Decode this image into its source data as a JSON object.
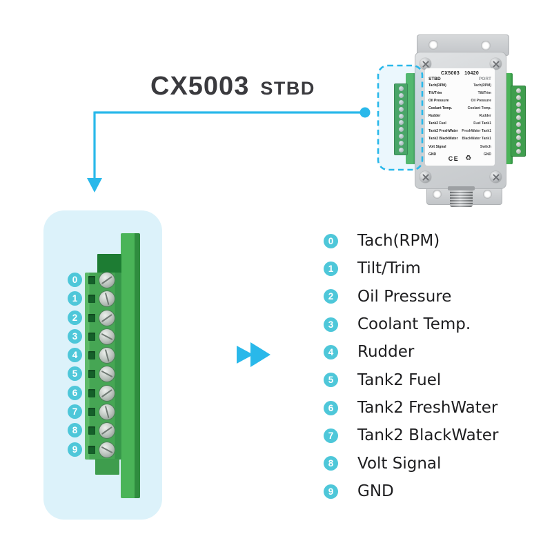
{
  "title": {
    "model": "CX5003",
    "variant": "STBD"
  },
  "device": {
    "label_header": {
      "model": "CX5003",
      "code": "10420",
      "left": "STBD",
      "right": "PORT"
    },
    "label_rows": [
      {
        "left": "Tach(RPM)",
        "right": "Tach(RPM)"
      },
      {
        "left": "Tilt/Trim",
        "right": "Tilt/Trim"
      },
      {
        "left": "Oil Pressure",
        "right": "Oil Pressure"
      },
      {
        "left": "Coolant Temp.",
        "right": "Coolant Temp."
      },
      {
        "left": "Rudder",
        "right": "Rudder"
      },
      {
        "left": "Tank2 Fuel",
        "right": "Fuel Tank1"
      },
      {
        "left": "Tank2 FreshWater",
        "right": "FreshWater Tank1"
      },
      {
        "left": "Tank2 BlackWater",
        "right": "BlackWater Tank1"
      },
      {
        "left": "Volt Signal",
        "right": "Switch"
      },
      {
        "left": "GND",
        "right": "GND"
      }
    ],
    "certification": {
      "ce": "CE",
      "recycle": "♻"
    }
  },
  "terminal": {
    "pins": [
      "0",
      "1",
      "2",
      "3",
      "4",
      "5",
      "6",
      "7",
      "8",
      "9"
    ]
  },
  "pinout": [
    {
      "pin": "0",
      "label": "Tach(RPM)"
    },
    {
      "pin": "1",
      "label": "Tilt/Trim"
    },
    {
      "pin": "2",
      "label": "Oil Pressure"
    },
    {
      "pin": "3",
      "label": "Coolant Temp."
    },
    {
      "pin": "4",
      "label": "Rudder"
    },
    {
      "pin": "5",
      "label": "Tank2 Fuel"
    },
    {
      "pin": "6",
      "label": "Tank2 FreshWater"
    },
    {
      "pin": "7",
      "label": "Tank2 BlackWater"
    },
    {
      "pin": "8",
      "label": "Volt Signal"
    },
    {
      "pin": "9",
      "label": "GND"
    }
  ],
  "icons": {
    "fast_forward": "double-right-triangle",
    "down_arrow": "triangle-down",
    "leader_dot": "filled-circle",
    "highlight_box": "dashed-rounded-rect"
  },
  "colors": {
    "accent_cyan": "#29b8ea",
    "badge_teal": "#4ec7d9",
    "panel_blue": "#dcf2fa",
    "terminal_green": "#46a654",
    "title_ink": "#3a3a3e",
    "label_ink": "#1e1e20"
  }
}
